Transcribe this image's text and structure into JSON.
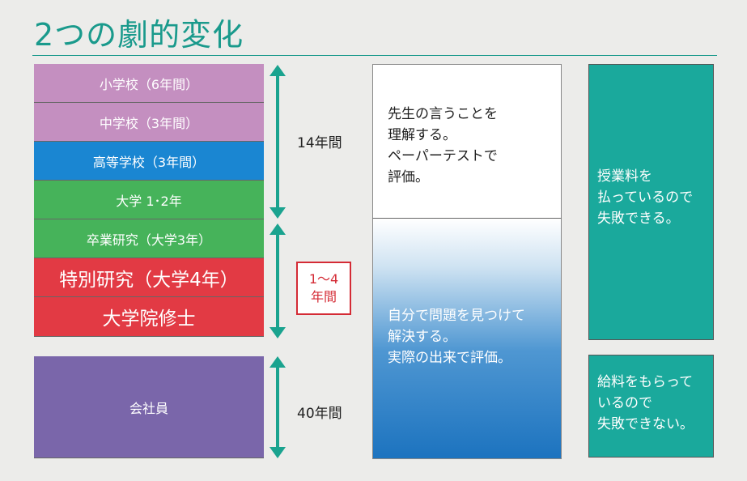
{
  "title": "2つの劇的変化",
  "stages": [
    {
      "label": "小学校（6年間）"
    },
    {
      "label": "中学校（3年間）"
    },
    {
      "label": "高等学校（3年間）"
    },
    {
      "label": "大学 1･2年"
    },
    {
      "label": "卒業研究（大学3年）"
    },
    {
      "label": "特別研究（大学4年）"
    },
    {
      "label": "大学院修士"
    },
    {
      "label": "会社員"
    }
  ],
  "durations": {
    "first": "14年間",
    "research_line1": "1〜4",
    "research_line2": "年間",
    "work": "40年間"
  },
  "middle": {
    "top_lines": [
      "先生の言うことを",
      "理解する。",
      "ペーパーテストで",
      "評価。"
    ],
    "bottom_lines": [
      "自分で問題を見つけて",
      "解決する。",
      "実際の出来で評価。"
    ]
  },
  "right": {
    "top_lines": [
      "授業料を",
      "払っているので",
      "失敗できる。"
    ],
    "bottom_lines": [
      "給料をもらって",
      "いるので",
      "失敗できない。"
    ]
  },
  "colors": {
    "accent": "#1a9a8c",
    "pink": "#c48fc0",
    "blue": "#1a86d2",
    "green": "#46b35a",
    "red": "#e23a44",
    "violet": "#7a66aa",
    "teal": "#1aa99c"
  }
}
